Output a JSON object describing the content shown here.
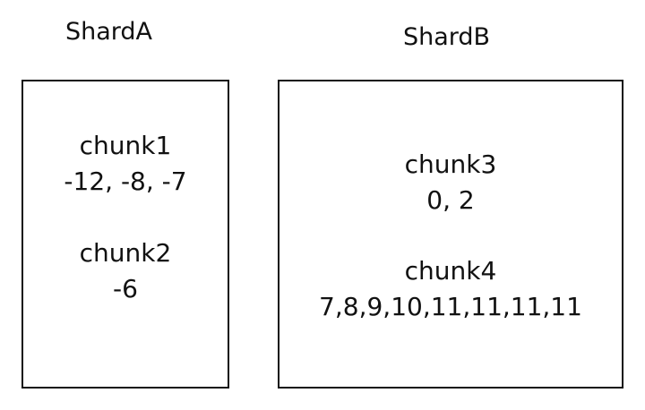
{
  "shards": [
    {
      "name": "ShardA",
      "chunks": [
        {
          "name": "chunk1",
          "values": "-12, -8, -7"
        },
        {
          "name": "chunk2",
          "values": "-6"
        }
      ]
    },
    {
      "name": "ShardB",
      "chunks": [
        {
          "name": "chunk3",
          "values": "0, 2"
        },
        {
          "name": "chunk4",
          "values": "7,8,9,10,11,11,11,11"
        }
      ]
    }
  ]
}
